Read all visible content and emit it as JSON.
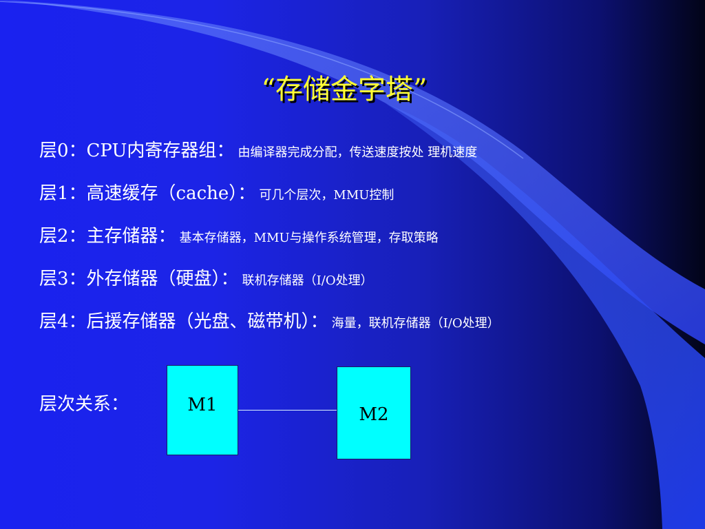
{
  "slide": {
    "title": "“存储金字塔”",
    "levels": [
      {
        "main": "层0：CPU内寄存器组：",
        "sub": "由编译器完成分配，传送速度按处  理机速度"
      },
      {
        "main": "层1：高速缓存（cache）：",
        "sub": "可几个层次，MMU控制"
      },
      {
        "main": "层2：主存储器：",
        "sub": "基本存储器，MMU与操作系统管理，存取策略"
      },
      {
        "main": "层3：外存储器（硬盘）：",
        "sub": "联机存储器（I/O处理）"
      },
      {
        "main": "层4：后援存储器（光盘、磁带机）：",
        "sub": "海量，联机存储器（I/O处理）"
      }
    ],
    "relation_label": "层次关系：",
    "diagram": {
      "box1": "M1",
      "box2": "M2"
    }
  },
  "colors": {
    "title": "#ffff33",
    "text": "#ffffff",
    "box_fill": "#00ffff",
    "background_left": "#1a22f0",
    "background_right": "#020418",
    "decor_light": "#5a7cff"
  }
}
